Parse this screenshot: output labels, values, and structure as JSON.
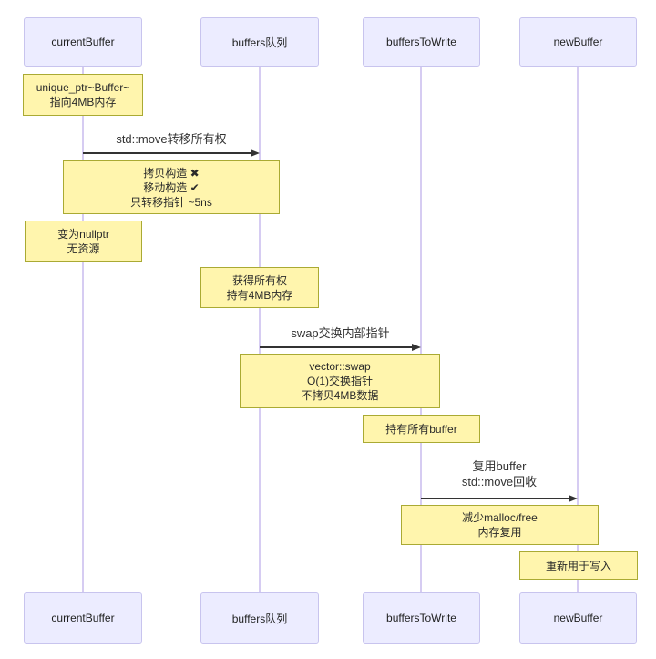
{
  "diagram": {
    "type": "sequence-diagram",
    "participants": [
      {
        "id": "currentBuffer",
        "label": "currentBuffer"
      },
      {
        "id": "buffers-queue",
        "label": "buffers队列"
      },
      {
        "id": "buffersToWrite",
        "label": "buffersToWrite"
      },
      {
        "id": "newBuffer",
        "label": "newBuffer"
      }
    ],
    "messages": [
      {
        "from": "currentBuffer",
        "to": "buffers-queue",
        "lines": [
          "std::move转移所有权"
        ]
      },
      {
        "from": "buffers-queue",
        "to": "buffersToWrite",
        "lines": [
          "swap交换内部指针"
        ]
      },
      {
        "from": "buffersToWrite",
        "to": "newBuffer",
        "lines": [
          "复用buffer",
          "std::move回收"
        ]
      }
    ],
    "notes": [
      {
        "over": "currentBuffer",
        "lines": [
          "unique_ptr~Buffer~",
          "指向4MB内存"
        ]
      },
      {
        "over": "currentBuffer,buffers-queue",
        "lines": [
          "拷贝构造 ✖",
          "移动构造 ✔",
          "只转移指针 ~5ns"
        ]
      },
      {
        "over": "currentBuffer",
        "lines": [
          "变为nullptr",
          "无资源"
        ]
      },
      {
        "over": "buffers-queue",
        "lines": [
          "获得所有权",
          "持有4MB内存"
        ]
      },
      {
        "over": "buffers-queue,buffersToWrite",
        "lines": [
          "vector::swap",
          "O(1)交换指针",
          "不拷贝4MB数据"
        ]
      },
      {
        "over": "buffersToWrite",
        "lines": [
          "持有所有buffer"
        ]
      },
      {
        "over": "buffersToWrite,newBuffer",
        "lines": [
          "减少malloc/free",
          "内存复用"
        ]
      },
      {
        "over": "newBuffer",
        "lines": [
          "重新用于写入"
        ]
      }
    ],
    "colors": {
      "actor_fill": "#ECECFF",
      "actor_border": "#c8c4ee",
      "note_fill": "#FFF5AD",
      "note_border": "#AAAA33",
      "lifeline": "#d6ccf2",
      "arrow": "#333333",
      "text": "#222222"
    }
  }
}
